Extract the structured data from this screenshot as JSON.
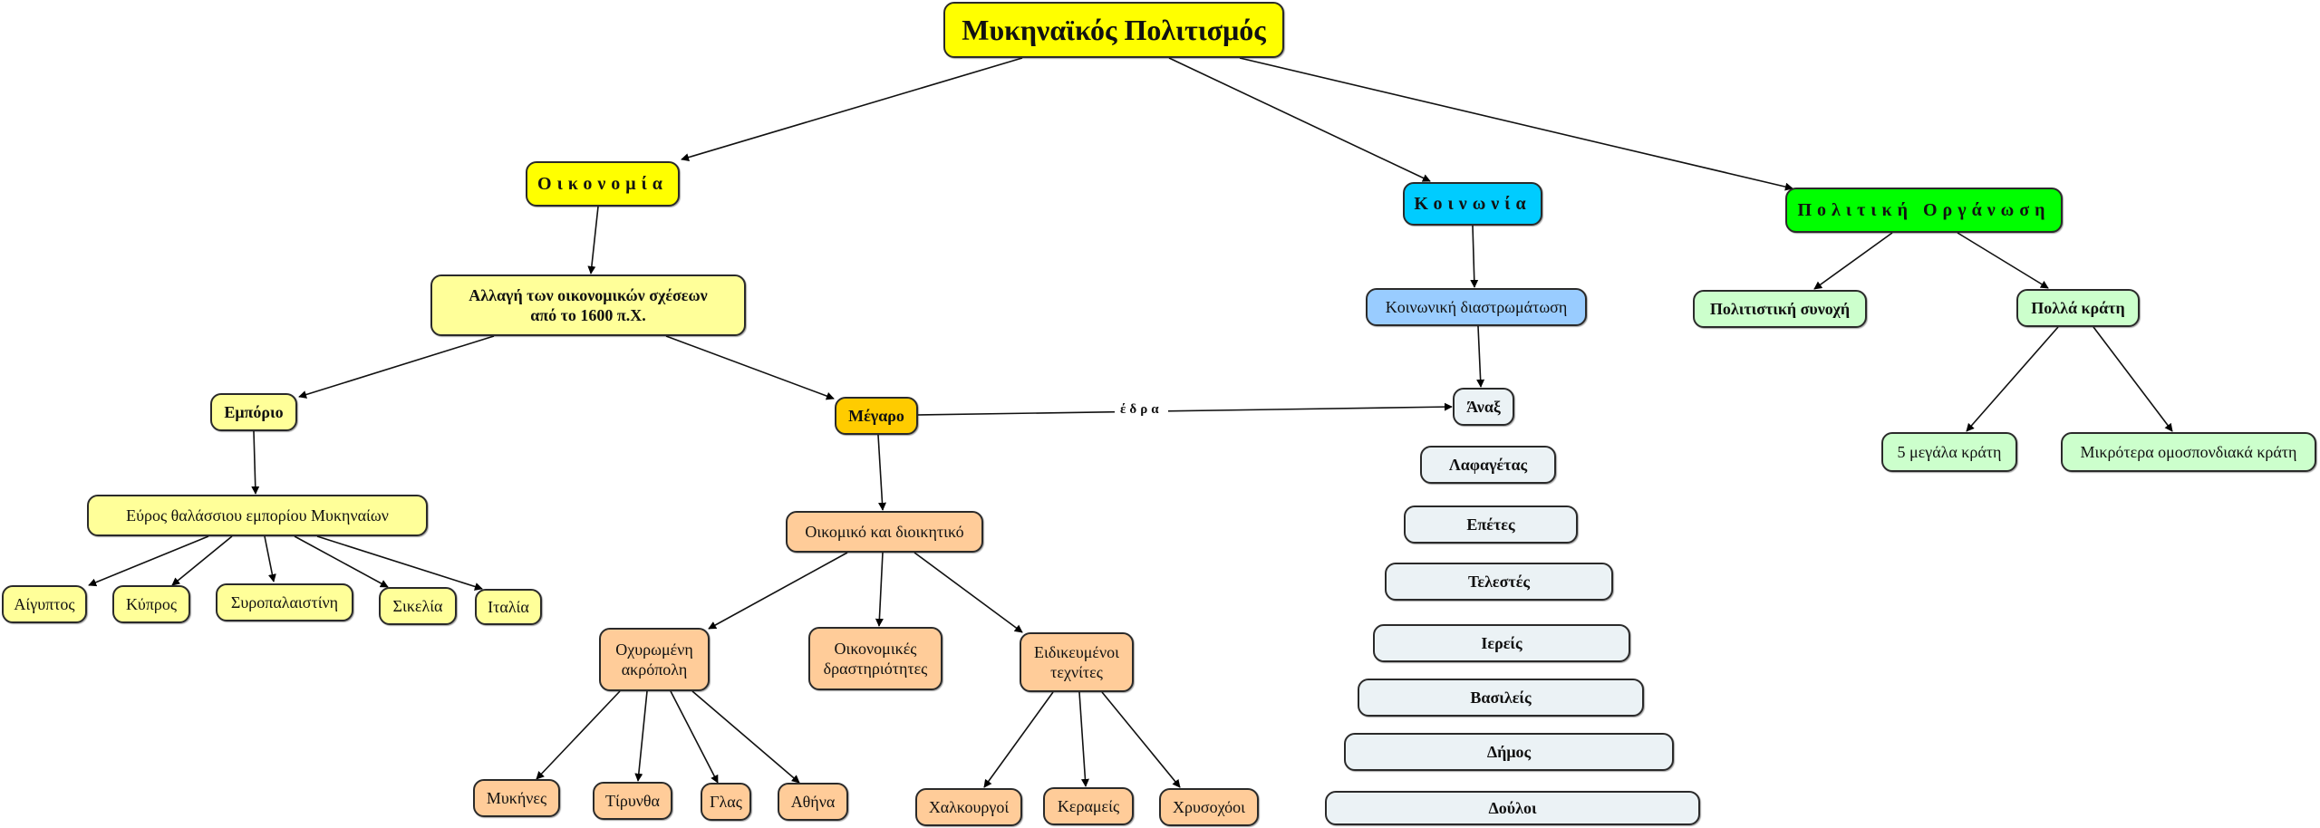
{
  "colors": {
    "root": "#ffff00",
    "economy": "#ffff33",
    "economy_light": "#ffff99",
    "megaro": "#ffcc00",
    "megaro_light": "#ffcc99",
    "society": "#00ccff",
    "society_light": "#99ccff",
    "classes": "#ebf2f5",
    "politics": "#00ff00",
    "politics_light": "#ccffcc"
  },
  "root": {
    "label": "Μυκηναϊκός Πολιτισμός"
  },
  "economy": {
    "label": "Οικονομία",
    "change": "Αλλαγή των οικονομικών σχέσεων\nαπό το 1600 π.Χ.",
    "trade": {
      "label": "Εμπόριο",
      "range": "Εύρος θαλάσσιου εμπορίου Μυκηναίων",
      "places": [
        "Αίγυπτος",
        "Κύπρος",
        "Συροπαλαιστίνη",
        "Σικελία",
        "Ιταλία"
      ]
    },
    "megaro": {
      "label": "Μέγαρο",
      "center": "Οικομικό και διοικητικό",
      "acropolis": "Οχυρωμένη\nακρόπολη",
      "activities": "Οικονομικές\nδραστηριότητες",
      "craftsmen": "Ειδικευμένοι\nτεχνίτες",
      "cities": [
        "Μυκήνες",
        "Τίρυνθα",
        "Γλας",
        "Αθήνα"
      ],
      "crafts": [
        "Χαλκουργοί",
        "Κεραμείς",
        "Χρυσοχόοι"
      ]
    }
  },
  "edge_label_seat": "έδρα",
  "society": {
    "label": "Κοινωνία",
    "stratification": "Κοινωνική διαστρωμάτωση",
    "classes": [
      "Άναξ",
      "Λαφαγέτας",
      "Επέτες",
      "Τελεστές",
      "Ιερείς",
      "Βασιλείς",
      "Δήμος",
      "Δούλοι"
    ]
  },
  "politics": {
    "label": "Πολιτική Οργάνωση",
    "cohesion": "Πολιτιστική συνοχή",
    "states": "Πολλά κράτη",
    "big_states": "5 μεγάλα κράτη",
    "small_states": "Μικρότερα ομοσπονδιακά κράτη"
  }
}
